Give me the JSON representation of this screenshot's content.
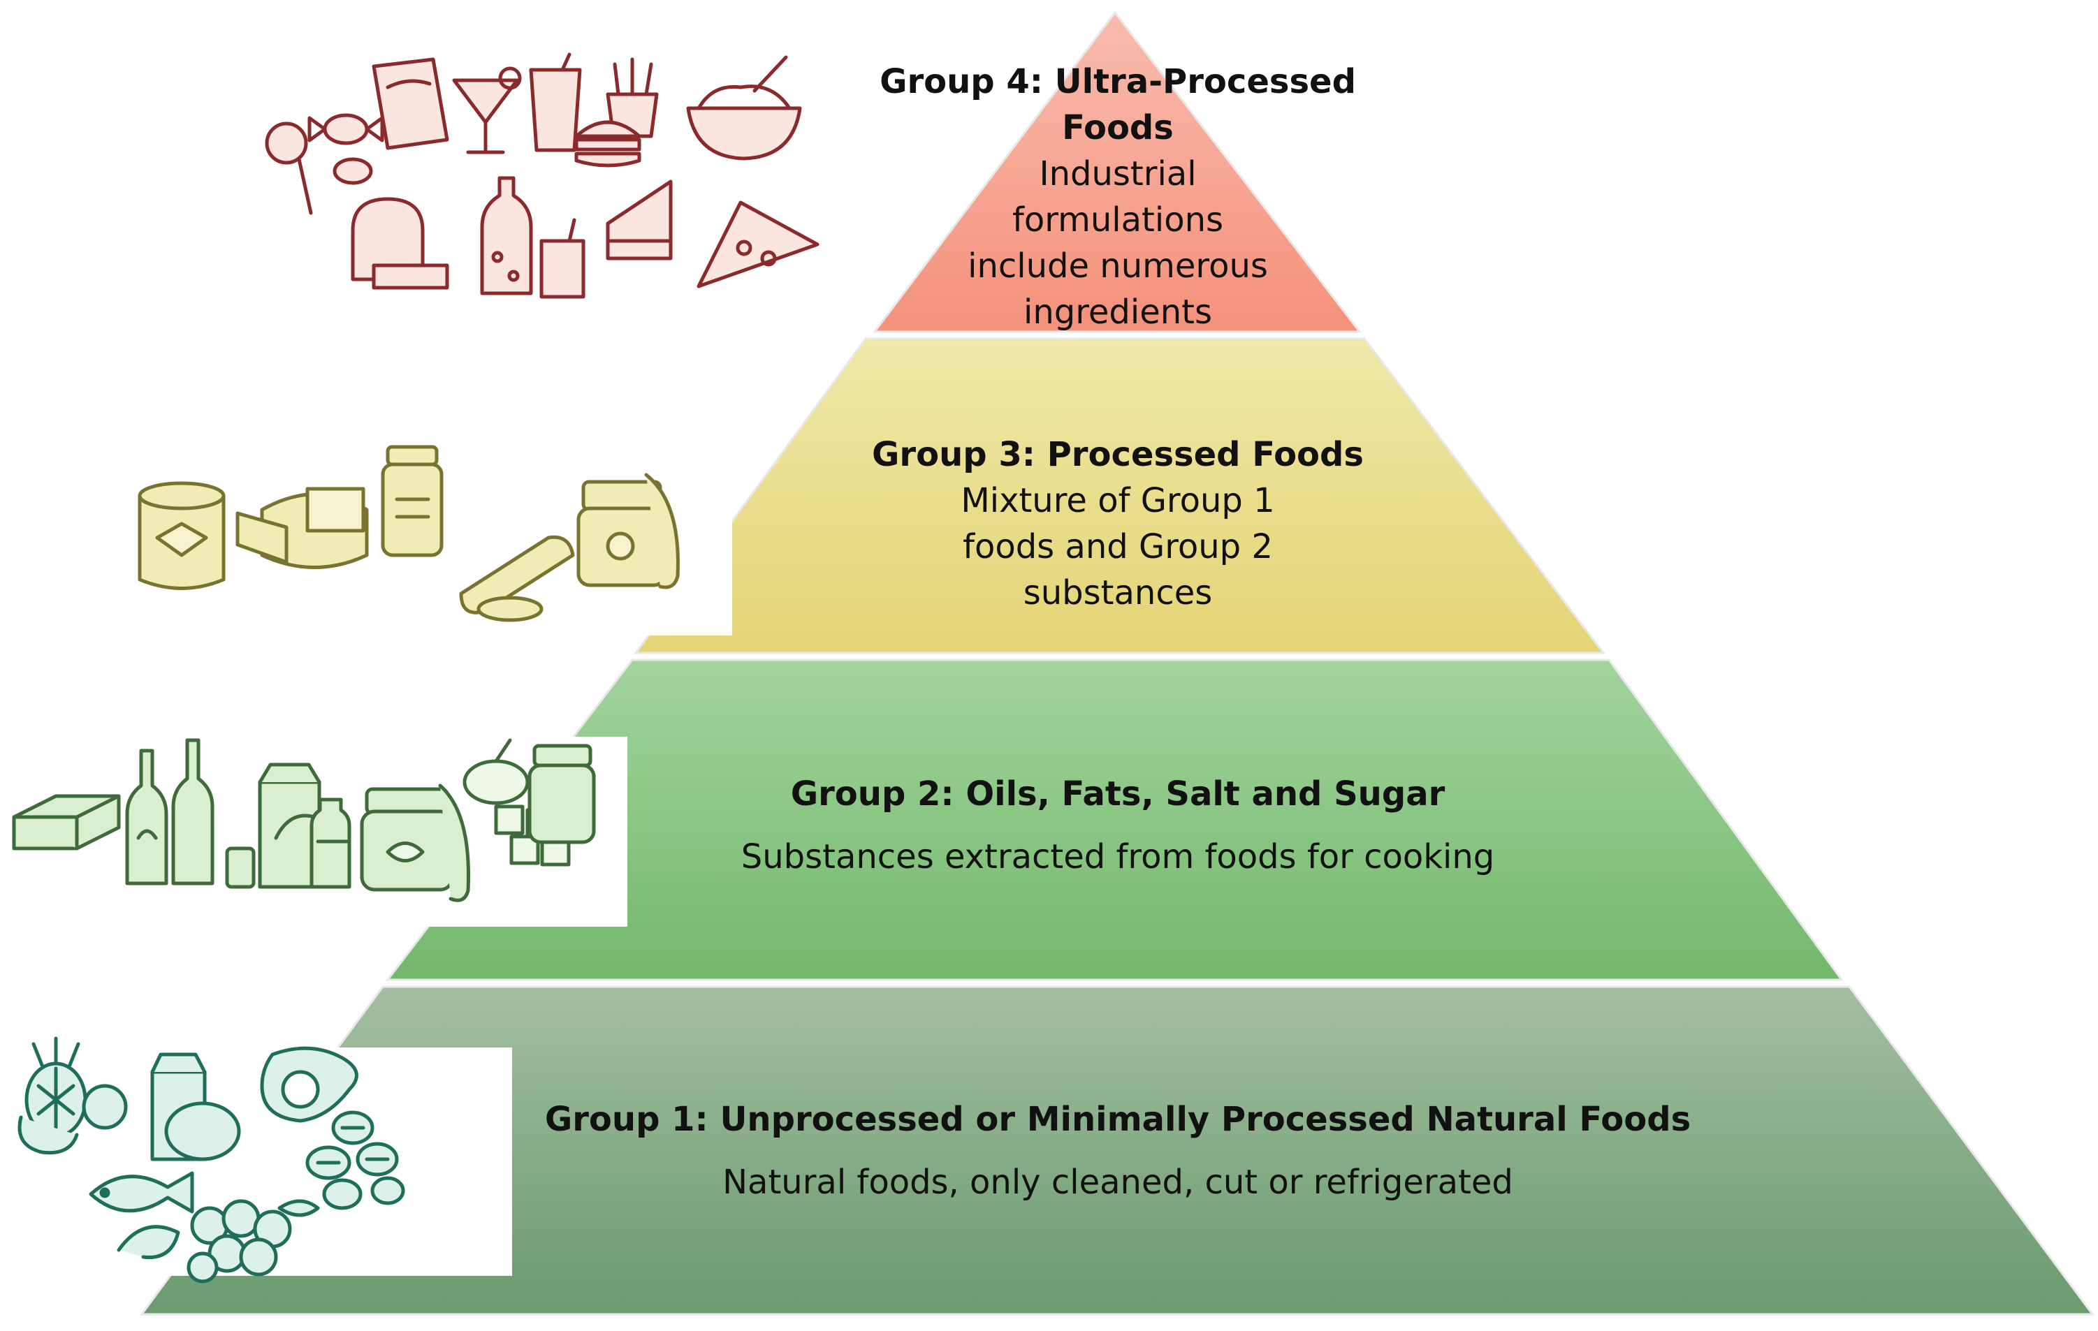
{
  "tiers": [
    {
      "title": "Group 4: Ultra-Processed Foods",
      "description": "Industrial formulations include numerous ingredients",
      "fill_top": "#f8b3a3",
      "fill_bottom": "#f4957d",
      "icon_color": "#8a2a2a",
      "icons": [
        "lollipop-icon",
        "candy-icon",
        "chips-bag-icon",
        "cocktail-icon",
        "soda-cup-icon",
        "fries-icon",
        "burger-icon",
        "cereal-bowl-icon",
        "bread-loaf-icon",
        "soda-bottle-icon",
        "juice-box-icon",
        "cake-slice-icon",
        "pizza-slice-icon"
      ]
    },
    {
      "title": "Group 3: Processed Foods",
      "description": "Mixture of Group 1 foods and Group 2 substances",
      "fill_top": "#ede7a2",
      "fill_bottom": "#e5d77a",
      "icon_color": "#7a7330",
      "icons": [
        "canned-food-icon",
        "cheese-wheel-icon",
        "preserve-jar-icon",
        "sausage-icon",
        "jam-jar-icon"
      ]
    },
    {
      "title": "Group 2: Oils, Fats, Salt and Sugar",
      "description": "Substances extracted from foods for cooking",
      "fill_top": "#9fd29b",
      "fill_bottom": "#78bb70",
      "icon_color": "#3f6b3a",
      "icons": [
        "butter-icon",
        "oil-bottle-icon",
        "vinegar-bottle-icon",
        "milk-carton-icon",
        "small-bottle-icon",
        "honey-jar-icon",
        "sugar-cubes-icon",
        "salt-jar-icon"
      ]
    },
    {
      "title": "Group 1: Unprocessed or Minimally Processed Natural Foods",
      "description": "Natural foods, only cleaned, cut or refrigerated",
      "fill_top": "#9cb99a",
      "fill_bottom": "#6d9d70",
      "icon_color": "#1f6e5a",
      "icons": [
        "pineapple-icon",
        "milk-carton-icon",
        "egg-icon",
        "fish-icon",
        "berries-icon",
        "nuts-icon",
        "shrimp-icon"
      ]
    }
  ]
}
